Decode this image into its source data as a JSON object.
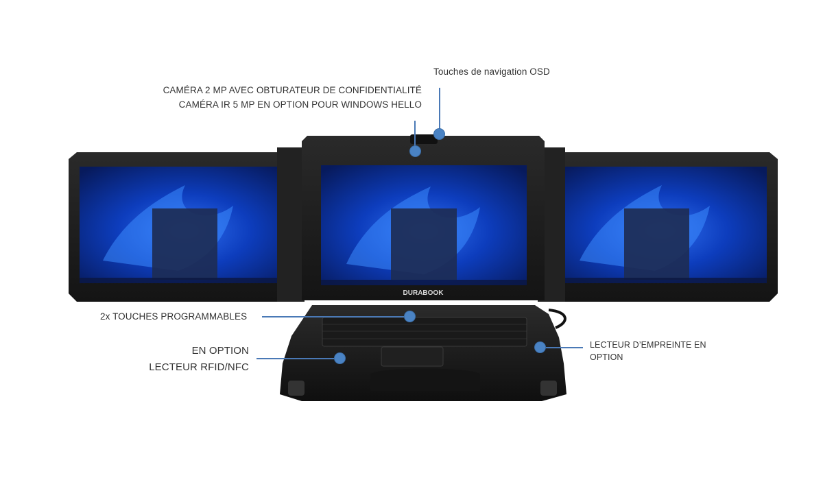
{
  "annotations": {
    "osd_keys": "Touches de navigation OSD",
    "camera_line1": "CAMÉRA 2 MP AVEC OBTURATEUR DE CONFIDENTIALITÉ",
    "camera_line2": "CAMÉRA IR 5 MP EN OPTION POUR WINDOWS HELLO",
    "programmable_keys": "2x TOUCHES PROGRAMMABLES",
    "rfid_line1": "EN OPTION",
    "rfid_line2": "LECTEUR RFID/NFC",
    "fingerprint_line1": "LECTEUR D’EMPREINTE EN",
    "fingerprint_line2": "OPTION"
  },
  "device": {
    "brand_logo": "DURABOOK"
  },
  "colors": {
    "callout": "#4a83c4",
    "wallpaper": "#0a2a8c",
    "chassis": "#1c1c1c"
  }
}
